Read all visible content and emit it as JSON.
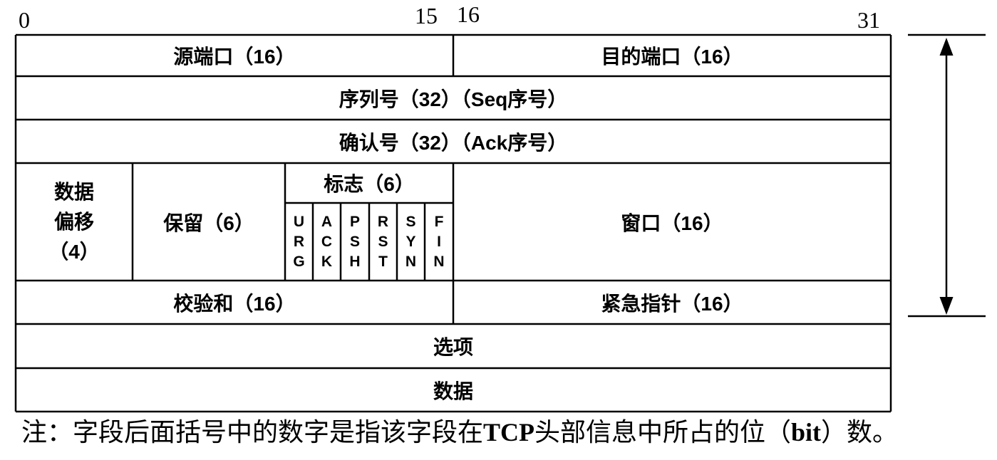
{
  "bit_labels": {
    "bit_0": "0",
    "bit_15": "15",
    "bit_16": "16",
    "bit_31": "31"
  },
  "header": {
    "row1": {
      "source_port": "源端口（16）",
      "dest_port": "目的端口（16）"
    },
    "sequence_number": "序列号（32）（Seq序号）",
    "ack_number": "确认号（32）（Ack序号）",
    "row4": {
      "data_offset_lines": [
        "数据",
        "偏移",
        "（4）"
      ],
      "reserved": "保留（6）",
      "flags_title": "标志（6）",
      "flags": [
        "URG",
        "ACK",
        "PSH",
        "RST",
        "SYN",
        "FIN"
      ],
      "window": "窗口（16）"
    },
    "row5": {
      "checksum": "校验和（16）",
      "urgent_pointer": "紧急指针（16）"
    },
    "options": "选项",
    "data": "数据"
  },
  "note": [
    "注：字段后面括号中的数字是指该字段在",
    "TCP",
    "头部信息中所占的位（",
    "bit",
    "）数。"
  ]
}
